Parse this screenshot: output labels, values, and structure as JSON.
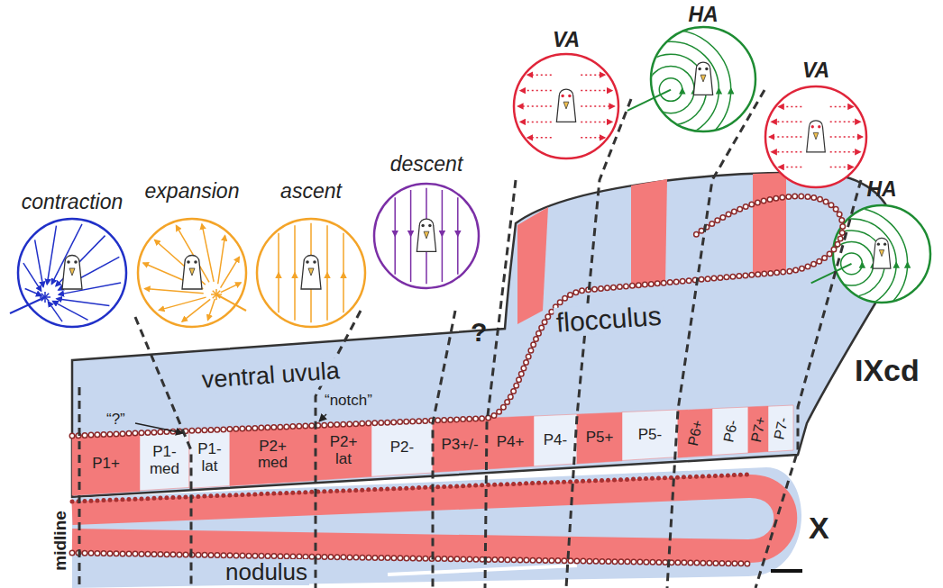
{
  "diagram": {
    "nodes": [
      {
        "text": [
          "contraction"
        ]
      },
      {
        "text": [
          "expansion"
        ]
      },
      {
        "text": [
          "ascent"
        ]
      },
      {
        "text": [
          "descent"
        ]
      },
      {
        "text": [
          "VA"
        ]
      },
      {
        "text": [
          "HA"
        ]
      },
      {
        "text": [
          "VA"
        ]
      },
      {
        "text": [
          "HA"
        ]
      },
      {
        "text": [
          "P1+"
        ]
      },
      {
        "text": [
          "P1- med"
        ]
      },
      {
        "text": [
          "P1- lat"
        ]
      },
      {
        "text": [
          "P2+ med"
        ]
      },
      {
        "text": [
          "P2+ lat"
        ]
      },
      {
        "text": [
          "P2-"
        ]
      },
      {
        "text": [
          "P3+/-"
        ]
      },
      {
        "text": [
          "P4+"
        ]
      },
      {
        "text": [
          "P4-"
        ]
      },
      {
        "text": [
          "P5+"
        ]
      },
      {
        "text": [
          "P5-"
        ]
      },
      {
        "text": [
          "P6+"
        ]
      },
      {
        "text": [
          "P6-"
        ]
      },
      {
        "text": [
          "P7+"
        ]
      },
      {
        "text": [
          "P7-"
        ]
      }
    ],
    "labels": [
      "“?”",
      "ventral uvula",
      "“notch”",
      "?",
      "flocculus",
      "IXcd",
      "midline",
      "X",
      "nodulus"
    ]
  }
}
